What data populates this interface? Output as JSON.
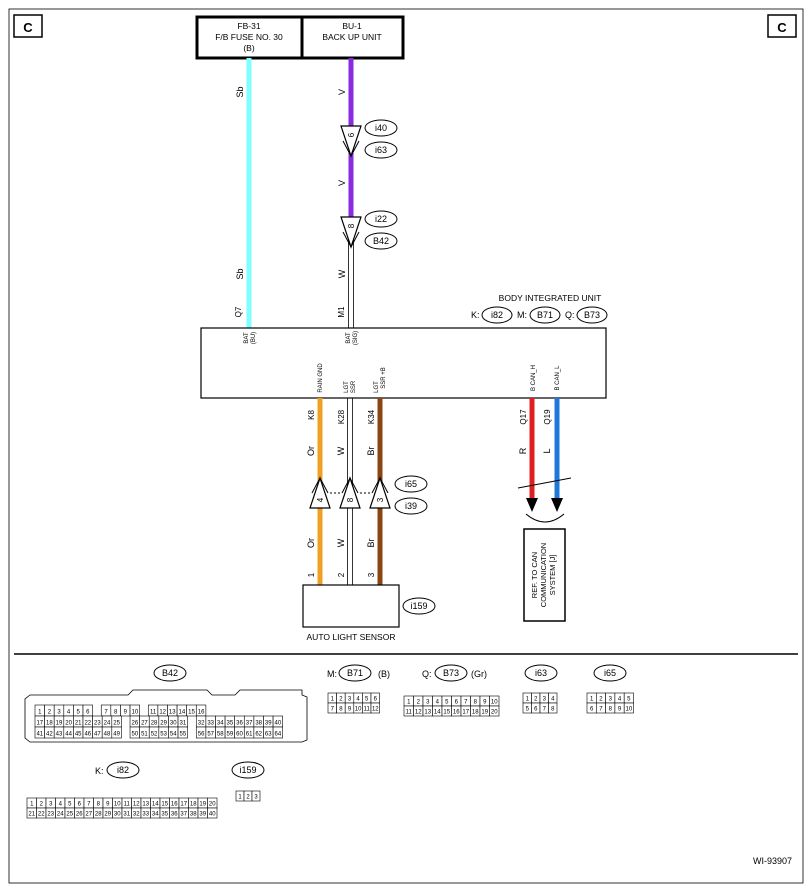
{
  "corner_marker": "C",
  "fuse": {
    "code": "FB-31",
    "line1": "F/B FUSE NO. 30",
    "line2": "(B)"
  },
  "backup": {
    "code": "BU-1",
    "line1": "BACK UP UNIT"
  },
  "wires": {
    "sb": "Sb",
    "v": "V",
    "w": "W",
    "or": "Or",
    "br": "Br",
    "r": "R",
    "l": "L"
  },
  "connectors": {
    "i40": "i40",
    "i63": "i63",
    "i22": "i22",
    "b42": "B42",
    "i65": "i65",
    "i39": "i39",
    "i159": "i159",
    "i82": "i82",
    "b71": "B71",
    "b73": "B73"
  },
  "pin_numbers": {
    "p6": "6",
    "p8": "8",
    "p4": "4",
    "p3": "3",
    "p1": "1",
    "p2": "2"
  },
  "biu": {
    "title": "BODY INTEGRATED UNIT",
    "prefix_k": "K:",
    "prefix_m": "M:",
    "prefix_q": "Q:",
    "pin_q7": "Q7",
    "pin_m1": "M1",
    "pin_k8": "K8",
    "pin_k28": "K28",
    "pin_k34": "K34",
    "pin_q17": "Q17",
    "pin_q19": "Q19",
    "sig_bat_bu_1": "BAT",
    "sig_bat_bu_2": "(BU)",
    "sig_bat_sig_1": "BAT",
    "sig_bat_sig_2": "(SIG)",
    "sig_rain": "RAIN GND",
    "sig_lgt_ssr_1": "LGT",
    "sig_lgt_ssr_2": "SSR",
    "sig_lgt_ssrb_1": "LGT",
    "sig_lgt_ssrb_2": "SSR +B",
    "sig_can_h": "B CAN_H",
    "sig_can_l": "B CAN_L"
  },
  "sensor": {
    "label": "AUTO LIGHT SENSOR"
  },
  "can_ref": {
    "line1": "REF. TO CAN",
    "line2": "COMMUNICATION",
    "line3": "SYSTEM [J]"
  },
  "legend": {
    "b42": {
      "label": "B42",
      "rows": [
        [
          "1",
          "2",
          "3",
          "4",
          "5",
          "6",
          "",
          "7",
          "8",
          "9",
          "10",
          "",
          "11",
          "12",
          "13",
          "14",
          "15",
          "16"
        ],
        [
          "17",
          "18",
          "19",
          "20",
          "21",
          "22",
          "23",
          "24",
          "25",
          "",
          "26",
          "27",
          "28",
          "29",
          "30",
          "31",
          "",
          "32",
          "33",
          "34",
          "35",
          "36",
          "37",
          "38",
          "39",
          "40"
        ],
        [
          "41",
          "42",
          "43",
          "44",
          "45",
          "46",
          "47",
          "48",
          "49",
          "",
          "50",
          "51",
          "52",
          "53",
          "54",
          "55",
          "",
          "56",
          "57",
          "58",
          "59",
          "60",
          "61",
          "62",
          "63",
          "64"
        ]
      ]
    },
    "b71": {
      "prefix": "M:",
      "label": "B71",
      "suffix": "(B)",
      "rows": [
        [
          "1",
          "2",
          "3",
          "4",
          "5",
          "6"
        ],
        [
          "7",
          "8",
          "9",
          "10",
          "11",
          "12"
        ]
      ]
    },
    "b73": {
      "prefix": "Q:",
      "label": "B73",
      "suffix": "(Gr)",
      "rows": [
        [
          "1",
          "2",
          "3",
          "4",
          "5",
          "6",
          "7",
          "8",
          "9",
          "10"
        ],
        [
          "11",
          "12",
          "13",
          "14",
          "15",
          "16",
          "17",
          "18",
          "19",
          "20"
        ]
      ]
    },
    "i63": {
      "label": "i63",
      "rows": [
        [
          "1",
          "2",
          "3",
          "4"
        ],
        [
          "5",
          "6",
          "7",
          "8"
        ]
      ]
    },
    "i65": {
      "label": "i65",
      "rows": [
        [
          "1",
          "2",
          "3",
          "4",
          "5"
        ],
        [
          "6",
          "7",
          "8",
          "9",
          "10"
        ]
      ]
    },
    "i82": {
      "prefix": "K:",
      "label": "i82",
      "rows": [
        [
          "1",
          "2",
          "3",
          "4",
          "5",
          "6",
          "7",
          "8",
          "9",
          "10",
          "11",
          "12",
          "13",
          "14",
          "15",
          "16",
          "17",
          "18",
          "19",
          "20"
        ],
        [
          "21",
          "22",
          "23",
          "24",
          "25",
          "26",
          "27",
          "28",
          "29",
          "30",
          "31",
          "32",
          "33",
          "34",
          "35",
          "36",
          "37",
          "38",
          "39",
          "40"
        ]
      ]
    },
    "i159": {
      "label": "i159",
      "rows": [
        [
          "1",
          "2",
          "3"
        ]
      ]
    }
  },
  "figure_id": "WI-93907",
  "colors": {
    "sb": "#7fffff",
    "v": "#8a2be2",
    "or": "#f0a020",
    "br": "#8b4513",
    "r": "#e02020",
    "l": "#1e78d8"
  }
}
